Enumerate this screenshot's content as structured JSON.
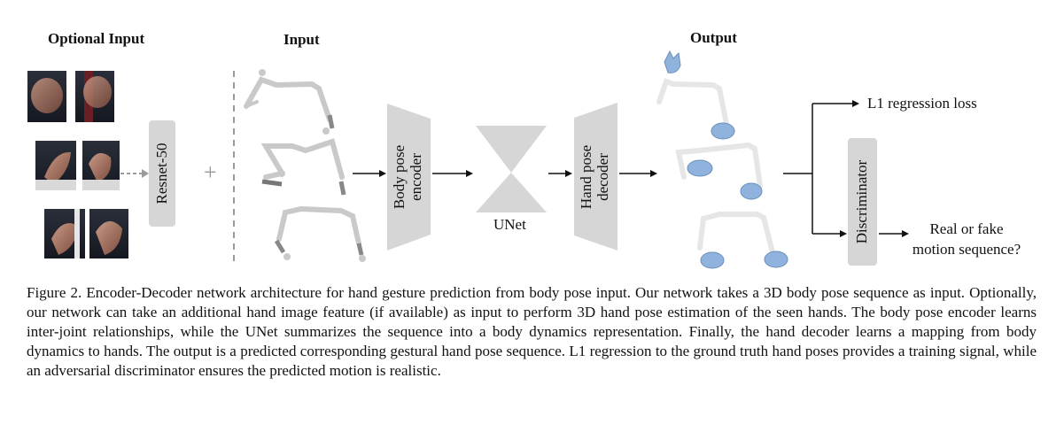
{
  "headers": {
    "optional_input": "Optional Input",
    "input": "Input",
    "output": "Output"
  },
  "blocks": {
    "resnet": "Resnet-50",
    "plus": "+",
    "encoder_line1": "Body pose",
    "encoder_line2": "encoder",
    "unet": "UNet",
    "decoder_line1": "Hand pose",
    "decoder_line2": "decoder",
    "discriminator": "Discriminator"
  },
  "outputs": {
    "l1_loss": "L1 regression loss",
    "real_fake_line1": "Real or fake",
    "real_fake_line2": "motion sequence?"
  },
  "caption": {
    "figure_label": "Figure 2.",
    "text": "Encoder-Decoder network architecture for hand gesture prediction from body pose input. Our network takes a 3D body pose sequence as input. Optionally, our network can take an additional hand image feature (if available) as input to perform 3D hand pose estimation of the seen hands. The body pose encoder learns inter-joint relationships, while the UNet summarizes the sequence into a body dynamics representation. Finally, the hand decoder learns a mapping from body dynamics to hands. The output is a predicted corresponding gestural hand pose sequence. L1 regression to the ground truth hand poses provides a training signal, while an adversarial discriminator ensures the predicted motion is realistic."
  },
  "colors": {
    "block_gray": "#d6d6d6",
    "hand_blue": "#8fb3dc",
    "skeleton_gray": "#c9c9c9",
    "arrow": "#111111",
    "dashed": "#9a9a9a"
  }
}
